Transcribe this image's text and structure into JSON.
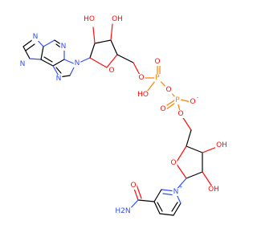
{
  "colors": {
    "background": "#ffffff",
    "bond": "#000000",
    "oxygen": "#ff0d0d",
    "nitrogen": "#3050f8",
    "phosphorus": "#ff8000"
  },
  "atoms": {
    "n_imid_ring": "N",
    "n_imid_fused": "N",
    "n_pyr_top": "N",
    "n_pyr_side": "N",
    "n_adenine_9": "N",
    "oh_sugar1_a": "HO",
    "oh_sugar1_b": "OH",
    "o_sugar1_ring": "O",
    "o_bridge_1": "O",
    "p_1": "P",
    "o_p1_double": "O",
    "oh_p1": "HO",
    "o_bridge_2": "O",
    "p_2": "P",
    "o_p2_double": "O",
    "o_p2_minus": "O",
    "o_p2_minus_charge": "-",
    "o_bridge_3": "O",
    "oh_sugar2_a": "OH",
    "oh_sugar2_b": "OH",
    "o_sugar2_ring": "O",
    "n_pyridinium": "N",
    "n_pyridinium_charge": "+",
    "h2n_amide": "H2N",
    "o_amide": "O"
  }
}
